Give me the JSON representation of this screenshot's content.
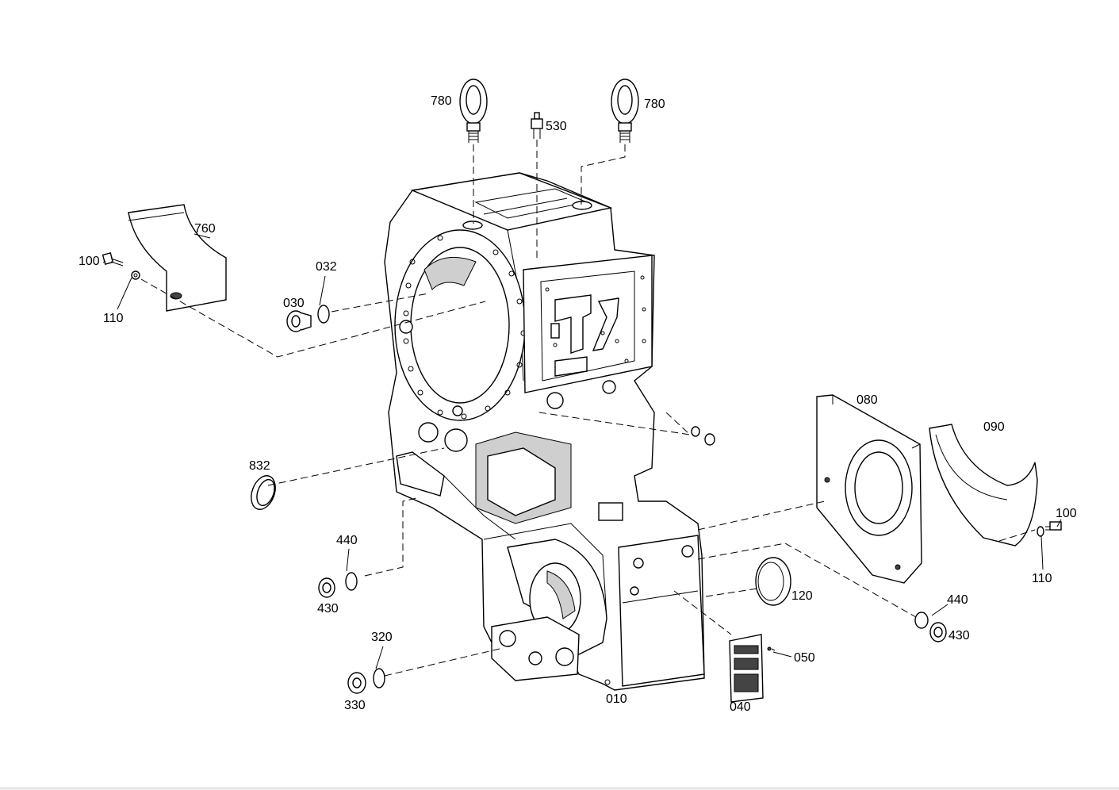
{
  "labels": {
    "p780a": "780",
    "p780b": "780",
    "p530": "530",
    "p760": "760",
    "p100a": "100",
    "p110a": "110",
    "p032": "032",
    "p030": "030",
    "p080": "080",
    "p090": "090",
    "p100b": "100",
    "p110b": "110",
    "p832": "832",
    "p440a": "440",
    "p430a": "430",
    "p120": "120",
    "p440b": "440",
    "p430b": "430",
    "p320": "320",
    "p330": "330",
    "p010": "010",
    "p050": "050",
    "p040": "040"
  }
}
